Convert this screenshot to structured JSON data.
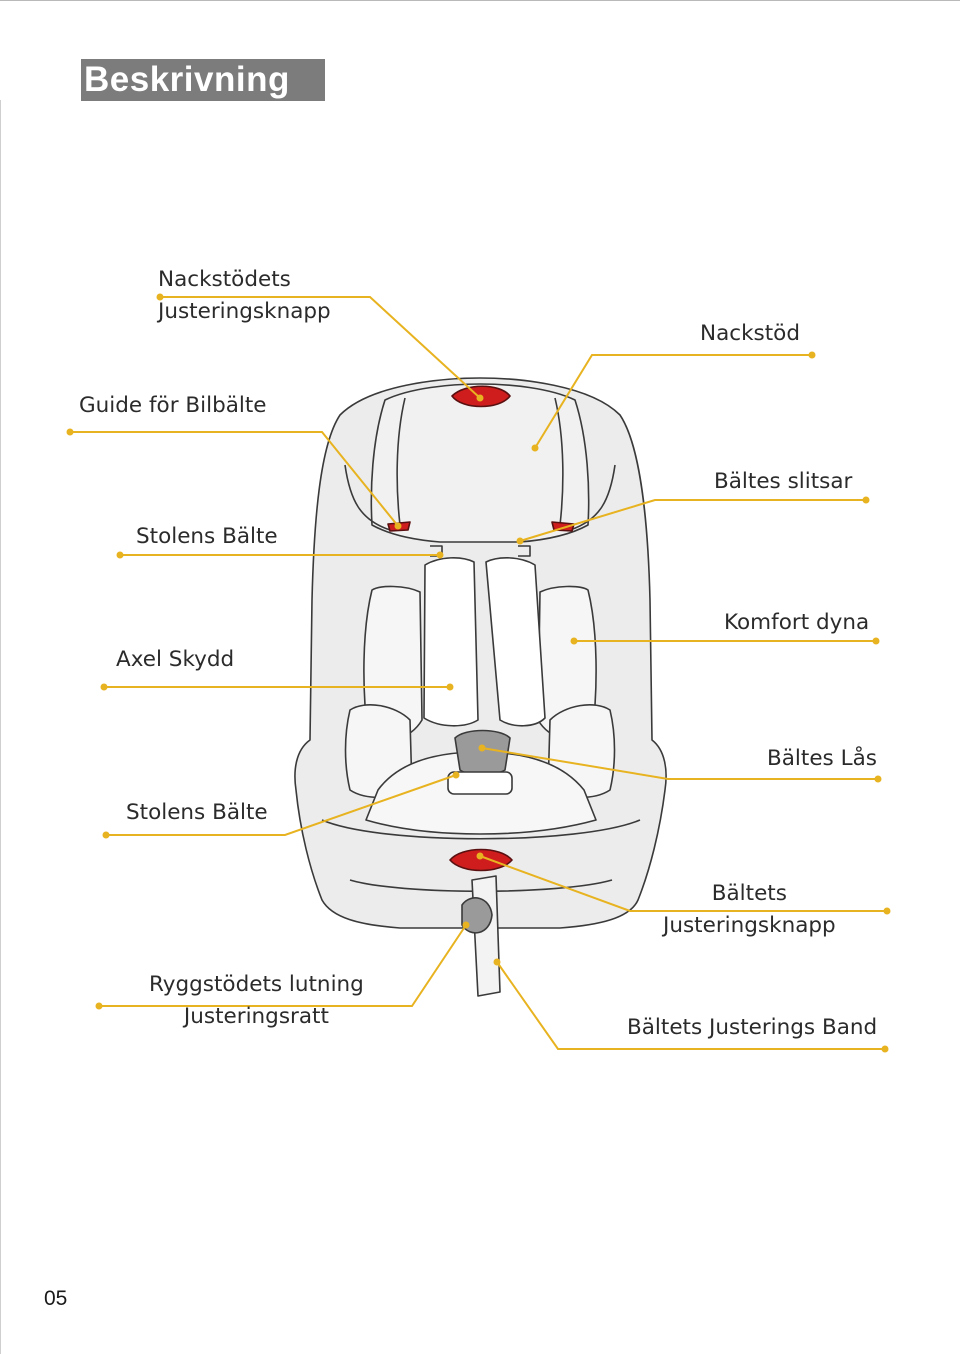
{
  "page": {
    "title": "Beskrivning",
    "page_number": "05"
  },
  "labels": {
    "headrest_adjust_button": [
      "Nackstödets",
      "Justeringsknapp"
    ],
    "headrest": "Nackstöd",
    "belt_guide": "Guide  för Bilbälte",
    "belt_slots": "Bältes slitsar",
    "seat_belt_upper": "Stolens Bälte",
    "comfort_cushion": "Komfort dyna",
    "shoulder_pad": "Axel  Skydd",
    "buckle": "Bältes Lås",
    "seat_belt_lower": "Stolens Bälte",
    "harness_adjust_button": [
      "Bältets",
      "Justeringsknapp"
    ],
    "recline_handle": [
      "Ryggstödets lutning",
      "Justeringsratt"
    ],
    "harness_adjust_strap": "Bältets Justerings Band"
  },
  "colors": {
    "leader": "#e8b320",
    "accent_red": "#cf1d1d",
    "seat_fill": "#ececec",
    "outline": "#3a3a3a"
  }
}
